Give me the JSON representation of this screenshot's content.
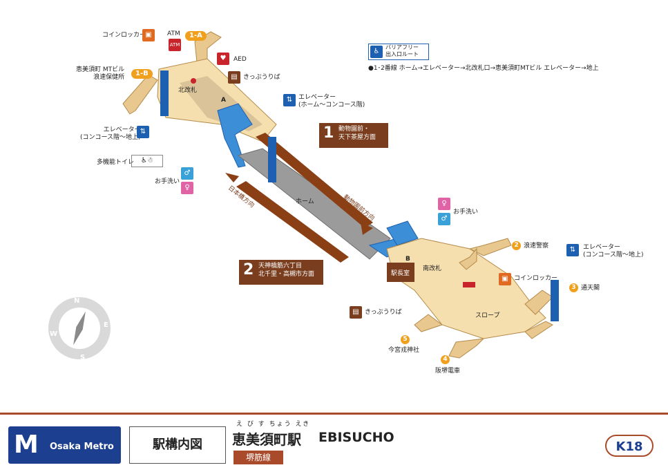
{
  "map": {
    "coin_locker_nw": "コインロッカー",
    "atm": "ATM",
    "atm_icon": "ATM",
    "exit_1a": "1-A",
    "exit_1b": "1-B",
    "building_note": "恵美須町 MTビル\n浪速保健所",
    "aed": "AED",
    "ticket_nw": "きっぷうりば",
    "north_gate": "北改札",
    "label_a": "A",
    "elevator_mid": "エレベーター\n(ホーム～コンコース階)",
    "elevator_nw": "エレベーター\n(コンコース階～地上)",
    "toilet_multi": "多機能トイレ",
    "washroom_w": "お手洗い",
    "dir1_num": "1",
    "dir1_text": "動物園前・\n天下茶屋方面",
    "dir2_num": "2",
    "dir2_text": "天神橋筋六丁目\n北千里・高槻市方面",
    "track_label_1": "動物園前方向",
    "track_label_2": "日本橋方向",
    "platform": "ホーム",
    "washroom_e": "お手洗い",
    "label_b": "B",
    "station_master": "駅長室",
    "south_gate": "南改札",
    "exit2_num": "2",
    "exit2_label": "浪速警察",
    "elevator_se": "エレベーター\n(コンコース階～地上)",
    "coin_locker_se": "コインロッカー",
    "exit3_num": "3",
    "exit3_label": "通天閣",
    "ticket_se": "きっぷうりば",
    "slope": "スロープ",
    "exit5_num": "5",
    "exit5_label": "今宮戎神社",
    "exit4_num": "4",
    "exit4_label": "阪堺電車",
    "barrier_free_title": "バリアフリー\n出入口ルート",
    "route_note": "●1･2番線 ホーム→エレベーター→北改札口→恵美須町MTビル エレベーター→地上",
    "compass": [
      "N",
      "E",
      "S",
      "W"
    ]
  },
  "footer": {
    "brand": "Osaka Metro",
    "doc_type": "駅構内図",
    "station_ruby": "え び す ちょう えき",
    "station_name": "恵美須町駅",
    "station_en": "EBISUCHO",
    "line_name": "堺筋線",
    "station_code": "K18"
  },
  "colors": {
    "concourse": "#f5dfae",
    "platform": "#9b9b9b",
    "track": "#8a3f14",
    "elevator": "#1d5fb0",
    "exit": "#f0a01c",
    "line": "#a94a2a",
    "metro_blue": "#1d3f8f"
  }
}
